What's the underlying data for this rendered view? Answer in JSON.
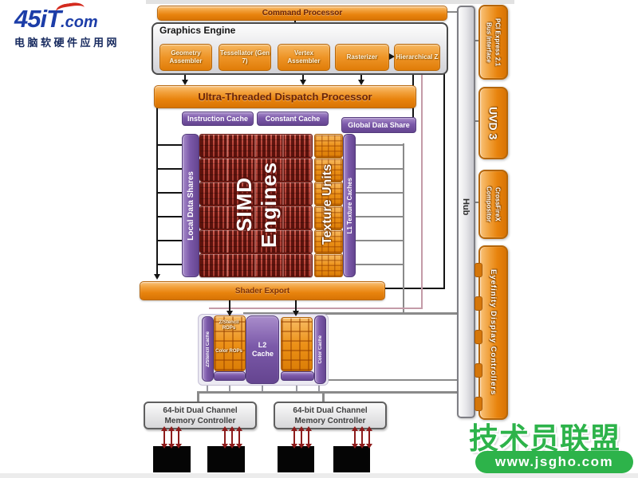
{
  "watermarks": {
    "left": {
      "logo_text": "45iT",
      "logo_suffix": ".com",
      "subtitle": "电脑软硬件应用网"
    },
    "right": {
      "title": "技术员联盟",
      "url": "www.jsgho.com"
    }
  },
  "diagram": {
    "command_processor": "Command Processor",
    "graphics_engine": {
      "title": "Graphics Engine",
      "blocks": [
        {
          "label": "Geometry Assembler"
        },
        {
          "label": "Tessellator (Gen 7)"
        },
        {
          "label": "Vertex Assembler"
        },
        {
          "label": "Rasterizer"
        },
        {
          "label": "Hierarchical Z"
        }
      ]
    },
    "dispatch": "Ultra-Threaded Dispatch Processor",
    "instruction_cache": "Instruction Cache",
    "constant_cache": "Constant Cache",
    "global_data_share": "Global Data Share",
    "simd": {
      "local_data_shares": "Local Data Shares",
      "engines": "SIMD Engines",
      "texture_units": "Texture Units",
      "l1_caches": "L1 Texture Caches",
      "row_count": 6
    },
    "shader_export": "Shader Export",
    "render_backends": {
      "z_cache": "Z/Stencil Cache",
      "z_rops": "Z/Stencil ROPs",
      "color_rops": "Color ROPs",
      "l2_cache": "L2 Cache",
      "color_cache": "Color Cache"
    },
    "memory_controller": "64-bit Dual Channel Memory Controller",
    "memory_controller_count": 2,
    "memory_chip_count": 4,
    "hub": "Hub",
    "right_column": [
      {
        "label": "PCI Express 2.1",
        "label2": "Bus Interface"
      },
      {
        "label": "UVD 3",
        "label2": ""
      },
      {
        "label": "CrossFireX",
        "label2": "Compositor"
      },
      {
        "label": "Eyefinity Display Controllers",
        "label2": ""
      }
    ]
  },
  "colors": {
    "orange": "#e8830d",
    "purple": "#7b59a9",
    "simd_red": "#a03026",
    "wire_black": "#141414",
    "wire_gray": "#8a8a8a",
    "green": "#2db34a",
    "logo_blue": "#1c3da8",
    "arrow_red": "#8e1c1c"
  }
}
